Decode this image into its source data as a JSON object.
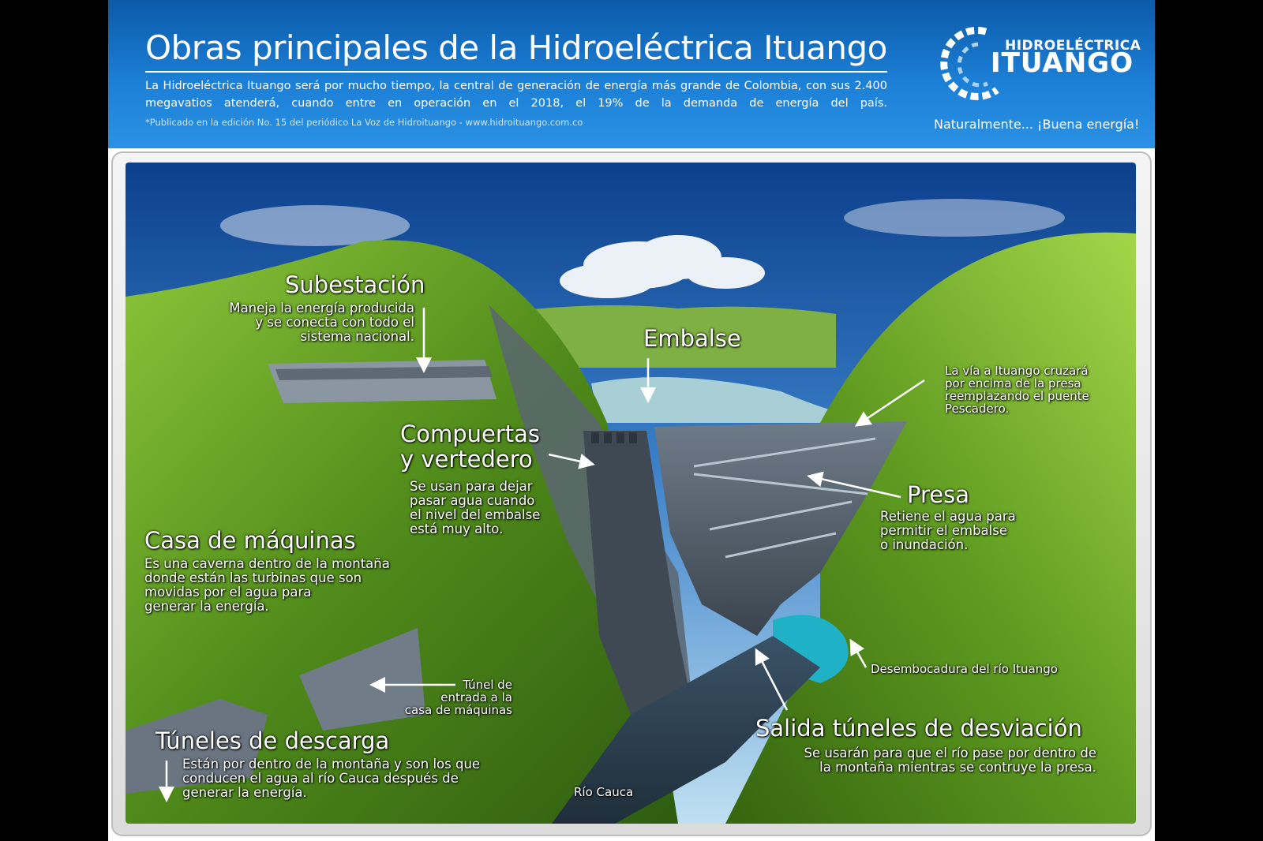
{
  "header": {
    "title": "Obras principales de la Hidroeléctrica Ituango",
    "intro": "La Hidroeléctrica Ituango será por mucho tiempo, la central de generación de energía más grande de Colombia, con sus 2.400 megavatios atenderá, cuando entre en operación en el 2018, el 19% de la demanda de energía del país.",
    "credit": "*Publicado en la edición No. 15 del periódico La Voz de Hidroituango - www.hidroituango.com.co"
  },
  "logo": {
    "line1": "HIDROELÉCTRICA",
    "line2": "ITUANGO",
    "slogan": "Naturalmente... ¡Buena energía!"
  },
  "labels": {
    "subestacion": {
      "title": "Subestación",
      "lines": [
        "Maneja la energía producida",
        "y se conecta con todo el",
        "sistema nacional."
      ]
    },
    "embalse": {
      "title": "Embalse"
    },
    "via": {
      "lines": [
        "La vía a Ituango cruzará",
        "por encima de la presa",
        "reemplazando el puente",
        "Pescadero."
      ]
    },
    "compuertas": {
      "title_1": "Compuertas",
      "title_2": "y vertedero",
      "lines": [
        "Se usan para dejar",
        "pasar agua cuando",
        "el nivel del embalse",
        "está muy alto."
      ]
    },
    "presa": {
      "title": "Presa",
      "lines": [
        "Retiene el agua para",
        "permitir el embalse",
        "o inundación."
      ]
    },
    "casa": {
      "title": "Casa de máquinas",
      "lines": [
        "Es una caverna dentro de la montaña",
        "donde están las turbinas que son",
        "movidas por el agua para",
        "generar la energía."
      ]
    },
    "tunel_entrada": {
      "lines": [
        "Túnel de",
        "entrada a la",
        "casa de máquinas"
      ]
    },
    "desembocadura": {
      "text": "Desembocadura del río Ituango"
    },
    "descarga": {
      "title": "Túneles de descarga",
      "lines": [
        "Están por dentro de la montaña y son los que",
        "conducen el agua al río Cauca después de",
        "generar la energía."
      ]
    },
    "desviacion": {
      "title": "Salida túneles de desviación",
      "lines": [
        "Se usarán para que el río pase por dentro de",
        "la montaña mientras se contruye la presa."
      ]
    },
    "rio": {
      "text": "Río Cauca"
    }
  },
  "colors": {
    "header_top": "#0b5aa8",
    "header_bottom": "#2a92e4",
    "grass": "#5f9a1f",
    "concrete": "#4b5662",
    "water": "#9fc6cf",
    "river_outlet": "#1fb2c6"
  }
}
